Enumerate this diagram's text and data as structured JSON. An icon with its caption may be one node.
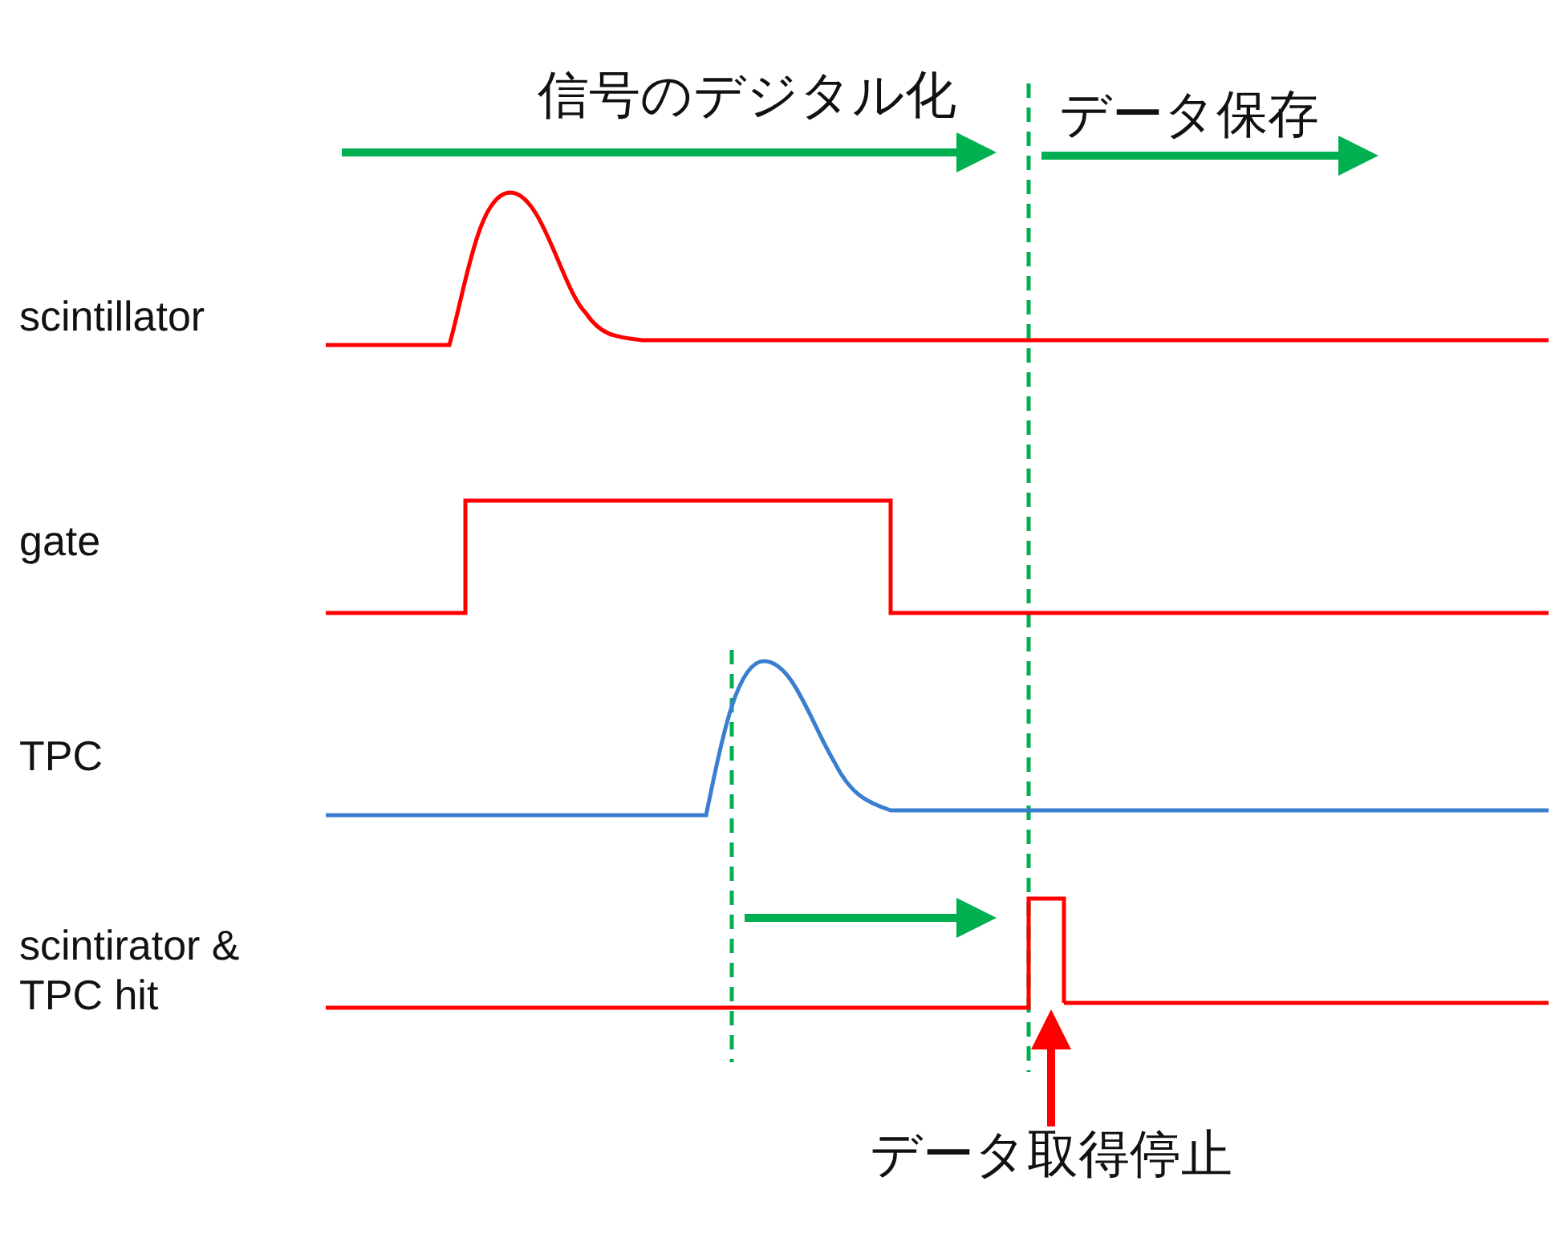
{
  "diagram": {
    "nodes": [
      {
        "text": [
          "データ取得停止"
        ]
      },
      {
        "text": [],
        "shape": "pulse"
      },
      {
        "text": [],
        "shape": "line"
      },
      {
        "text": [],
        "shape": "line"
      }
    ],
    "edges": [
      {
        "from": 0,
        "to": 1,
        "arrow": "to",
        "color": "#ff0000"
      },
      {
        "from": 2,
        "to": 3,
        "arrow": "to"
      },
      {
        "from": null,
        "to": 3,
        "arrow": "to"
      }
    ],
    "labels": [
      "信号のデジタル化",
      "データ保存",
      "scintillator",
      "gate",
      "TPC",
      "scintirator & TPC hit"
    ]
  }
}
